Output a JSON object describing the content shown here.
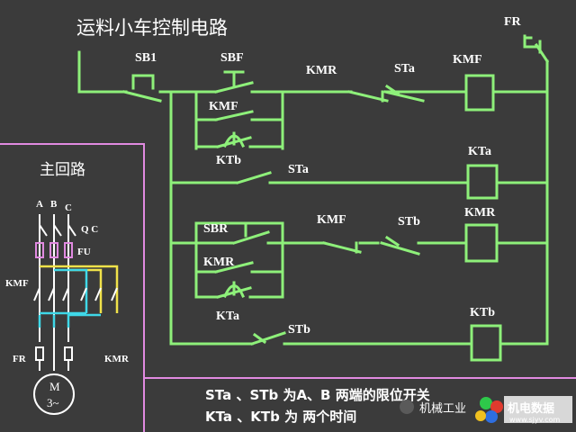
{
  "title": "运料小车控制电路",
  "main_circuit_title": "主回路",
  "labels": {
    "FR_top": "FR",
    "SB1": "SB1",
    "SBF": "SBF",
    "KMR_1": "KMR",
    "STa_1": "STa",
    "KMF_coil": "KMF",
    "KMF_hold": "KMF",
    "KTb_1": "KTb",
    "STa_2": "STa",
    "KTa_coil": "KTa",
    "SBR": "SBR",
    "KMF_2": "KMF",
    "STb_1": "STb",
    "KMR_coil": "KMR",
    "KMR_hold": "KMR",
    "KTa_1": "KTa",
    "STb_2": "STb",
    "KTb_coil": "KTb",
    "A": "A",
    "B": "B",
    "C": "C",
    "QC": "Q C",
    "FU": "FU",
    "KMF_main": "KMF",
    "FR_main": "FR",
    "KMR_main": "KMR",
    "motor_M": "M",
    "motor_3": "3~"
  },
  "notes": {
    "line1": "STa 、STb 为A、B 两端的限位开关",
    "line2": "KTa 、KTb 为 两个时间",
    "watermark_text": "机械工业",
    "watermark_logo": "机电数据",
    "watermark_url": "www.sjyv.com"
  }
}
